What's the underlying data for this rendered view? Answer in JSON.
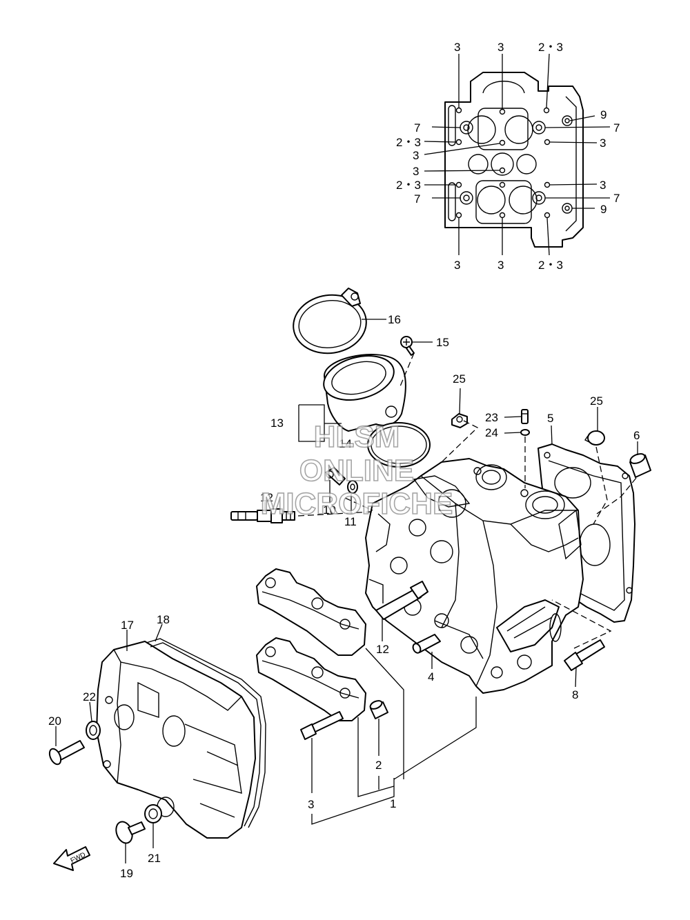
{
  "labels": {
    "inset_3_a": "3",
    "inset_3_b": "3",
    "inset_23_top": "2・3",
    "inset_9_top": "9",
    "inset_7_l1": "7",
    "inset_7_r1": "7",
    "inset_23_l1": "2・3",
    "inset_3_r1": "3",
    "inset_3_l2": "3",
    "inset_3_l3": "3",
    "inset_23_l2": "2・3",
    "inset_3_r2": "3",
    "inset_7_l2": "7",
    "inset_7_r2": "7",
    "inset_9_bot": "9",
    "inset_3_c": "3",
    "inset_3_d": "3",
    "inset_23_bot": "2・3",
    "p16": "16",
    "p15": "15",
    "p25_a": "25",
    "p25_b": "25",
    "p23": "23",
    "p24": "24",
    "p5": "5",
    "p6": "6",
    "p13": "13",
    "p14": "14",
    "p12_a": "12",
    "p10": "10",
    "p11": "11",
    "p12_b": "12",
    "p4": "4",
    "p8": "8",
    "p17": "17",
    "p18": "18",
    "p22": "22",
    "p20": "20",
    "p2": "2",
    "p3": "3",
    "p1": "1",
    "p19": "19",
    "p21": "21"
  },
  "watermark": {
    "line1": "HLSM",
    "line2": "ONLINE",
    "line3": "MICROFICHE"
  },
  "fwd_label": "FWD"
}
